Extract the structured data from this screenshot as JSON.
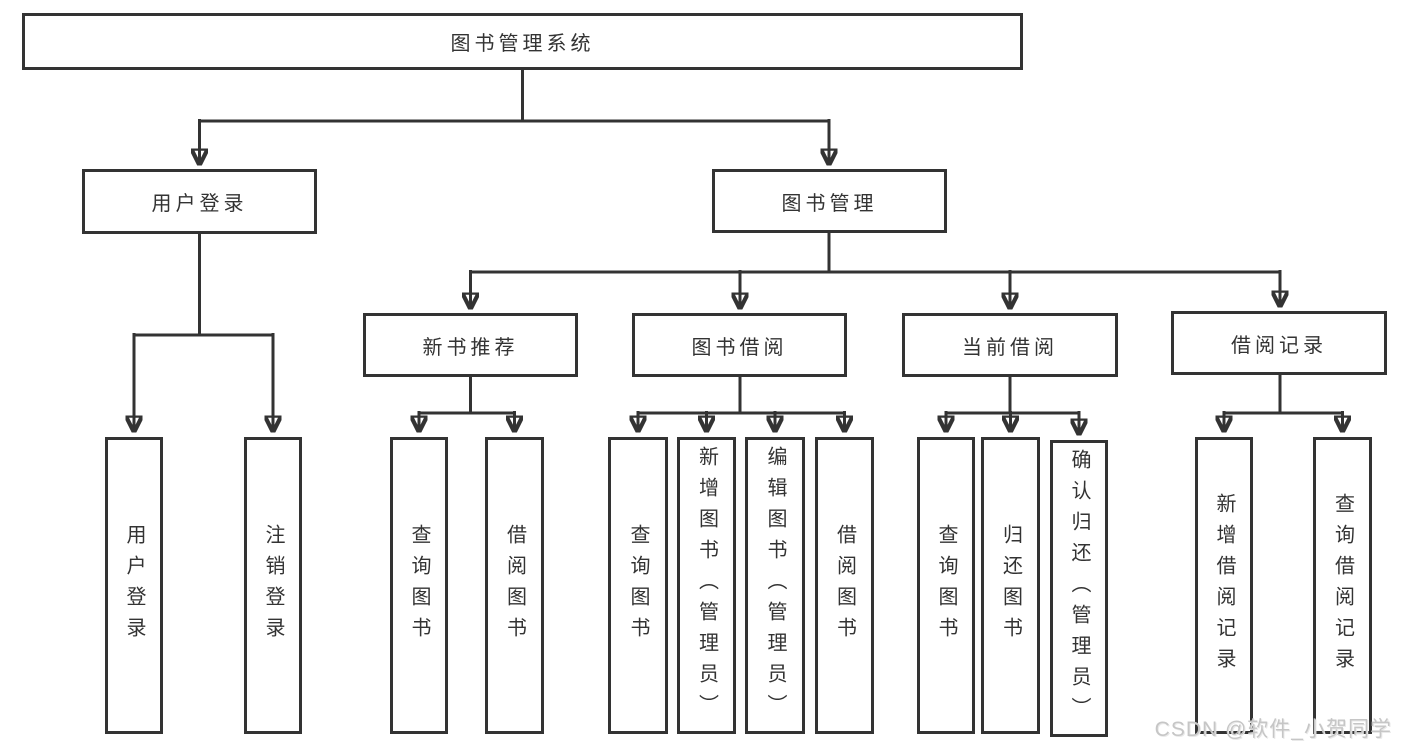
{
  "diagram": {
    "type": "tree",
    "nodes": {
      "root": {
        "label": "图书管理系统",
        "children": [
          "用户登录",
          "图书管理"
        ]
      },
      "user_login": {
        "label": "用户登录",
        "children": [
          "用户登录",
          "注销登录"
        ]
      },
      "book_mgmt": {
        "label": "图书管理",
        "children": [
          "新书推荐",
          "图书借阅",
          "当前借阅",
          "借阅记录"
        ]
      },
      "new_book_rec": {
        "label": "新书推荐",
        "children": [
          "查询图书",
          "借阅图书"
        ]
      },
      "book_borrow": {
        "label": "图书借阅",
        "children": [
          "查询图书",
          "新增图书（管理员）",
          "编辑图书（管理员）",
          "借阅图书"
        ]
      },
      "current_borrow": {
        "label": "当前借阅",
        "children": [
          "查询图书",
          "归还图书",
          "确认归还（管理员）"
        ]
      },
      "borrow_record": {
        "label": "借阅记录",
        "children": [
          "新增借阅记录",
          "查询借阅记录"
        ]
      },
      "leaves": [
        {
          "label": "用户登录",
          "parent": "用户登录"
        },
        {
          "label": "注销登录",
          "parent": "用户登录"
        },
        {
          "label": "查询图书",
          "parent": "新书推荐"
        },
        {
          "label": "借阅图书",
          "parent": "新书推荐"
        },
        {
          "label": "查询图书",
          "parent": "图书借阅"
        },
        {
          "label": "新增图书（管理员）",
          "parent": "图书借阅"
        },
        {
          "label": "编辑图书（管理员）",
          "parent": "图书借阅"
        },
        {
          "label": "借阅图书",
          "parent": "图书借阅"
        },
        {
          "label": "查询图书",
          "parent": "当前借阅"
        },
        {
          "label": "归还图书",
          "parent": "当前借阅"
        },
        {
          "label": "确认归还（管理员）",
          "parent": "当前借阅"
        },
        {
          "label": "新增借阅记录",
          "parent": "借阅记录"
        },
        {
          "label": "查询借阅记录",
          "parent": "借阅记录"
        }
      ]
    },
    "colors": {
      "line": "#333333",
      "box_background": "#ffffff",
      "text": "#333333",
      "watermark": "#c6c6c6"
    }
  },
  "watermark": "CSDN @软件_小贺同学"
}
